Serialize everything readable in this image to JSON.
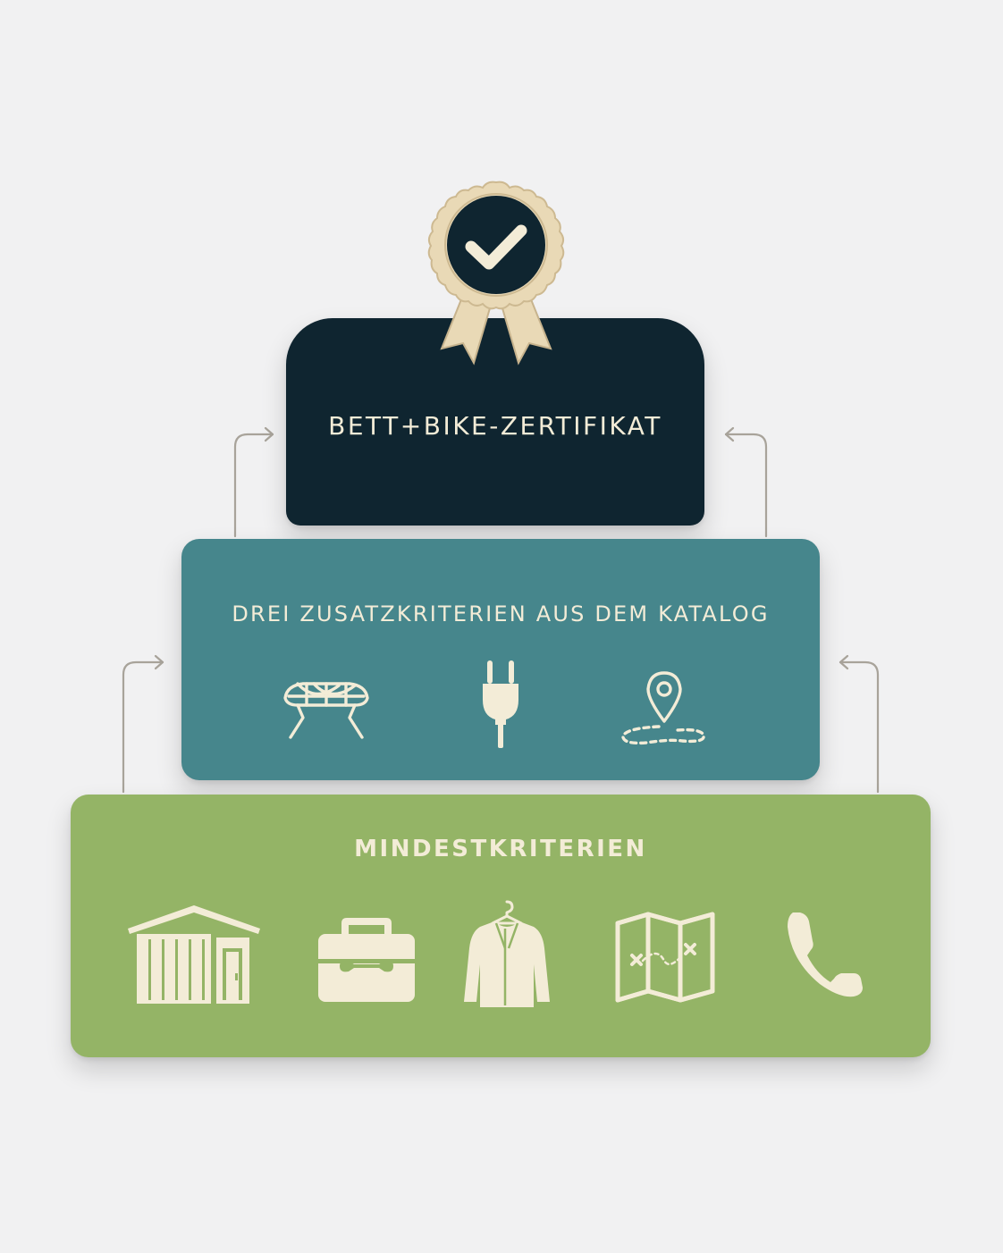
{
  "colors": {
    "background": "#f1f1f2",
    "top_layer": "#0f2530",
    "middle_layer": "#46868c",
    "base_layer": "#94b466",
    "icon_cream": "#f3ecd7",
    "badge_cream": "#e9d9b6",
    "arrow": "#a8a39a"
  },
  "badge": {
    "icon": "rosette-check-icon"
  },
  "top": {
    "label": "BETT+BIKE-ZERTIFIKAT"
  },
  "middle": {
    "label": "DREI ZUSATZKRITERIEN AUS DEM KATALOG",
    "icons": [
      "bike-stand-icon",
      "power-plug-icon",
      "route-pin-icon"
    ]
  },
  "base": {
    "label": "MINDESTKRITERIEN",
    "icons": [
      "shed-icon",
      "toolbox-icon",
      "jacket-hanger-icon",
      "map-icon",
      "phone-icon"
    ]
  }
}
